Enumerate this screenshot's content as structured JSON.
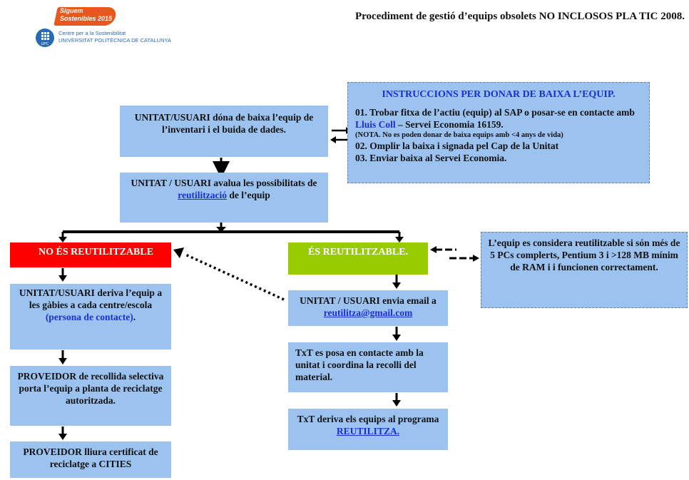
{
  "header": {
    "logo_slogan_line1": "Siguem",
    "logo_slogan_line2": "Sostenibles 2015",
    "logo_org_line1": "Centre per a la Sostenibilitat",
    "logo_org_line2": "UNIVERSITAT POLITÈCNICA DE CATALUNYA",
    "logo_seal_text": "UPC",
    "title": "Procediment de gestió d’equips obsolets NO INCLOSOS PLA TIC 2008."
  },
  "colors": {
    "box_blue": "#9cc3f0",
    "no_red": "#ff0000",
    "yes_green": "#99cc00",
    "link_blue": "#1a2fd0",
    "logo_orange": "#e8571c"
  },
  "flow": {
    "step_unitat_baixa": "UNITAT/USUARI dóna de baixa l’equip de l’inventari i el buida de dades.",
    "step_avalua_pre": "UNITAT / USUARI avalua les possibilitats de ",
    "step_avalua_link": "reutilització",
    "step_avalua_post": " de l’equip",
    "no_label": "NO ÉS REUTILITZABLE",
    "yes_label": "ÉS REUTILITZABLE.",
    "left_1_pre": "UNITAT/USUARI deriva l’equip a les gàbies a cada centre/escola",
    "left_1_contact": "(persona de contacte)",
    "left_1_post": ".",
    "left_2": "PROVEIDOR de recollida selectiva porta l’equip a planta de reciclatge autoritzada.",
    "left_3": "PROVEIDOR lliura certificat de reciclatge a CITIES",
    "right_1_pre": "UNITAT / USUARI envia email a ",
    "right_1_email": "reutilitza@gmail.com",
    "right_2": "TxT es posa en contacte amb la unitat i coordina la recolli del material.",
    "right_3_pre": "TxT deriva els equips al programa ",
    "right_3_link": "REUTILITZA."
  },
  "instructions": {
    "title": "INSTRUCCIONS PER DONAR DE BAIXA L’EQUIP.",
    "line1_pre": "01. Trobar fitxa de l’actiu (equip) al SAP o posar-se en contacte amb ",
    "line1_name": "Lluis Coll",
    "line1_post": " – Servei Economia 16159.",
    "note": "(NOTA. No es poden donar de baixa equips amb <4 anys de vida)",
    "line2": "02. Omplir la baixa i signada pel Cap de la Unitat",
    "line3": "03. Enviar baixa al Servei Economia."
  },
  "criteria": {
    "text": "L’equip es considera reutilitzable si són més de 5 PCs complerts, Pentium 3 i >128 MB mínim de RAM i i funcionen correctament."
  }
}
